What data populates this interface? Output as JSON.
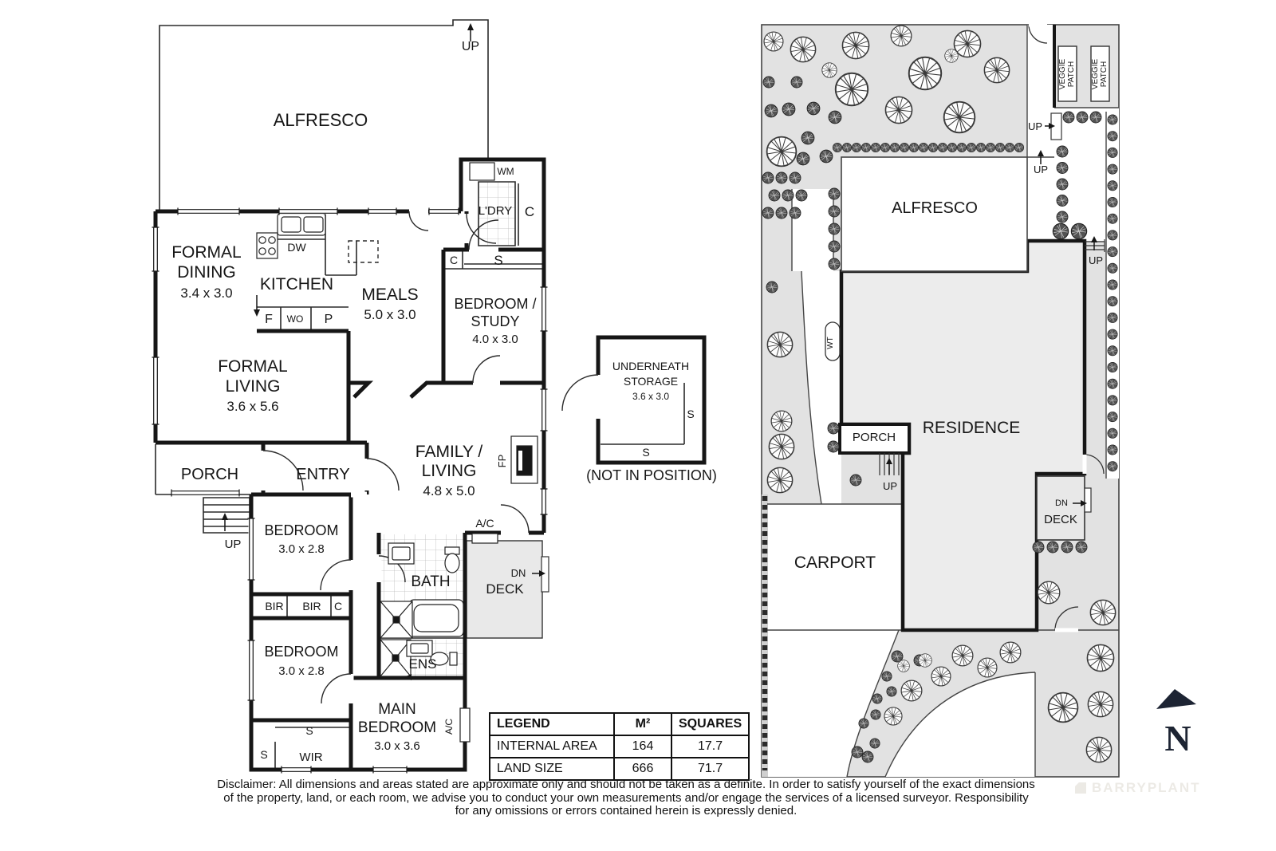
{
  "fp": {
    "alfresco": "ALFRESCO",
    "up": "UP",
    "dn": "DN",
    "wm": "WM",
    "ldry": "L'DRY",
    "c": "C",
    "s": "S",
    "formal": "FORMAL",
    "dining": "DINING",
    "dining_dim": "3.4 x 3.0",
    "kitchen": "KITCHEN",
    "dw": "DW",
    "f": "F",
    "wo": "WO",
    "p": "P",
    "meals": "MEALS",
    "meals_dim": "5.0 x 3.0",
    "bed_study1": "BEDROOM /",
    "bed_study2": "STUDY",
    "bed_study_dim": "4.0 x 3.0",
    "living": "LIVING",
    "living_dim": "3.6 x 5.6",
    "porch": "PORCH",
    "entry": "ENTRY",
    "family1": "FAMILY /",
    "family_dim": "4.8 x 5.0",
    "fp": "FP",
    "ac": "A/C",
    "deck": "DECK",
    "bedroom": "BEDROOM",
    "bed_dim": "3.0 x 2.8",
    "bir": "BIR",
    "bath": "BATH",
    "ens": "ENS",
    "main1": "MAIN",
    "main2": "BEDROOM",
    "main_dim": "3.0 x 3.6",
    "wir": "WIR",
    "storage1": "UNDERNEATH",
    "storage2": "STORAGE",
    "storage_dim": "3.6 x 3.0",
    "not_in_position": "(NOT IN POSITION)"
  },
  "site": {
    "alfresco": "ALFRESCO",
    "residence": "RESIDENCE",
    "carport": "CARPORT",
    "porch": "PORCH",
    "deck": "DECK",
    "veggie1": "VEGGIE",
    "veggie2": "PATCH",
    "wt": "WT",
    "up": "UP",
    "dn": "DN"
  },
  "legend": {
    "title": "LEGEND",
    "col_m2": "M²",
    "col_squares": "SQUARES",
    "rows": [
      {
        "label": "INTERNAL AREA",
        "m2": "164",
        "squares": "17.7"
      },
      {
        "label": "LAND SIZE",
        "m2": "666",
        "squares": "71.7"
      }
    ]
  },
  "compass": {
    "n": "N"
  },
  "watermark": "BARRYPLANT",
  "disclaimer": {
    "line1": "Disclaimer: All dimensions and areas stated are approximate only and should not be taken as a definite. In order to satisfy yourself of the exact dimensions",
    "line2": "of the property, land, or each room, we advise you to conduct your own measurements and/or engage the services of a licensed surveyor. Responsibility",
    "line3": "for any omissions or errors contained herein is expressly denied."
  }
}
